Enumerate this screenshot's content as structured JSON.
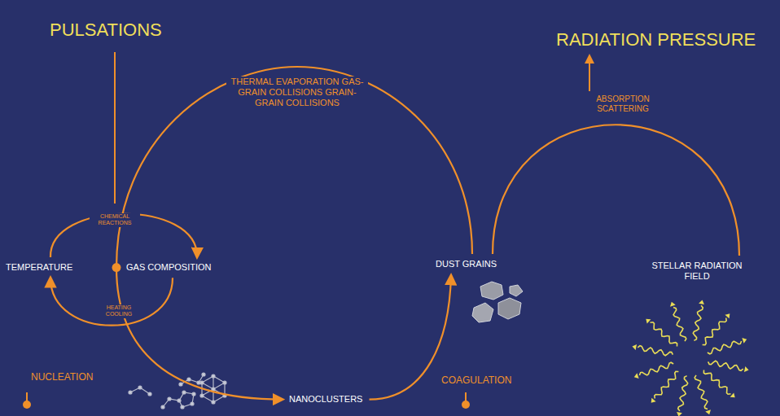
{
  "diagram": {
    "nodes": [
      {
        "text": [
          "PULSATIONS"
        ]
      },
      {
        "text": [
          "RADIATION PRESSURE"
        ]
      },
      {
        "text": [
          "TEMPERATURE"
        ]
      },
      {
        "text": [
          "GAS COMPOSITION"
        ]
      },
      {
        "text": [
          "NANOCLUSTERS"
        ]
      },
      {
        "text": [
          "DUST GRAINS"
        ]
      },
      {
        "text": [
          "STELLAR RADIATION FIELD"
        ]
      }
    ],
    "edges": [
      {
        "from": 2,
        "to": 3,
        "arrow": "to",
        "label": "CHEMICAL REACTIONS"
      },
      {
        "from": 3,
        "to": 2,
        "arrow": "to",
        "label": "HEATING COOLING"
      },
      {
        "from": 5,
        "to": 3,
        "arrow": "none",
        "label": "THERMAL EVAPORATION GAS-GRAIN COLLISIONS GRAIN-GRAIN COLLISIONS"
      },
      {
        "from": 3,
        "to": 4,
        "arrow": "to"
      },
      {
        "from": 4,
        "to": 5,
        "arrow": "to"
      },
      {
        "from": 6,
        "to": 5,
        "arrow": "none",
        "label": "ABSORPTION SCATTERING"
      }
    ],
    "labels": [
      "NUCLEATION",
      "COAGULATION"
    ]
  }
}
